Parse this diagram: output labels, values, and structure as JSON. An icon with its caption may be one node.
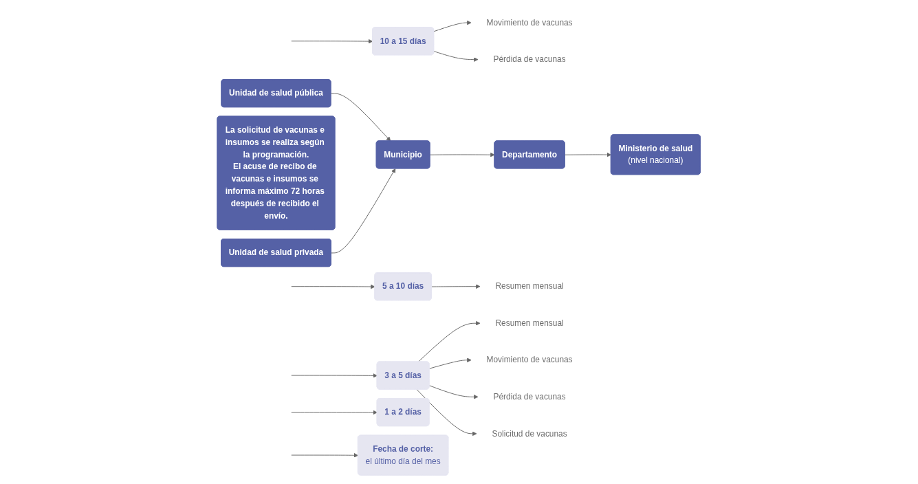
{
  "diagram": {
    "nodes": [
      {
        "text": [
          "Ministerio de salud",
          "(nivel nacional)"
        ]
      },
      {
        "text": [
          "10 a 15 días"
        ]
      },
      {
        "text": [
          "Movimiento de vacunas"
        ]
      },
      {
        "text": [
          "Pérdida de vacunas"
        ]
      },
      {
        "text": [
          "Departamento"
        ]
      },
      {
        "text": [
          "5 a 10 días"
        ]
      },
      {
        "text": [
          "Resumen mensual"
        ]
      },
      {
        "text": [
          "3 a 5 días"
        ]
      },
      {
        "text": [
          "Resumen mensual"
        ]
      },
      {
        "text": [
          "Movimiento de vacunas"
        ]
      },
      {
        "text": [
          "Pérdida de vacunas"
        ]
      },
      {
        "text": [
          "Municipio"
        ]
      },
      {
        "text": [
          "Solicitud de vacunas"
        ]
      },
      {
        "text": [
          "1 a 2 días"
        ]
      },
      {
        "text": [
          "Unidad de salud pública"
        ]
      },
      {
        "text": [
          "Unidad de salud privada"
        ]
      },
      {
        "text": [
          "Fecha de corte:",
          "el último día del mes"
        ]
      },
      {
        "text": [
          "La solicitud de vacunas e insumos se realiza según la programación.",
          "El acuse de recibo de vacunas e insumos se informa máximo 72 horas después de recibido el envío."
        ]
      }
    ],
    "edges": [
      {
        "from": null,
        "to": 1,
        "arrow": "to"
      },
      {
        "from": 1,
        "to": 2,
        "arrow": "to"
      },
      {
        "from": 1,
        "to": 3,
        "arrow": "to"
      },
      {
        "from": null,
        "to": 5,
        "arrow": "to"
      },
      {
        "from": 5,
        "to": 6,
        "arrow": "to"
      },
      {
        "from": null,
        "to": 7,
        "arrow": "to"
      },
      {
        "from": 7,
        "to": 8,
        "arrow": "to"
      },
      {
        "from": 7,
        "to": 9,
        "arrow": "to"
      },
      {
        "from": 7,
        "to": 10,
        "arrow": "to"
      },
      {
        "from": 7,
        "to": 12,
        "arrow": "to"
      },
      {
        "from": null,
        "to": 13,
        "arrow": "to"
      },
      {
        "from": 11,
        "to": 4,
        "arrow": "to"
      },
      {
        "from": 4,
        "to": 0,
        "arrow": "to"
      },
      {
        "from": 14,
        "to": 11,
        "arrow": "to"
      },
      {
        "from": 15,
        "to": 11,
        "arrow": "to"
      },
      {
        "from": null,
        "to": 16,
        "arrow": "to"
      }
    ]
  }
}
